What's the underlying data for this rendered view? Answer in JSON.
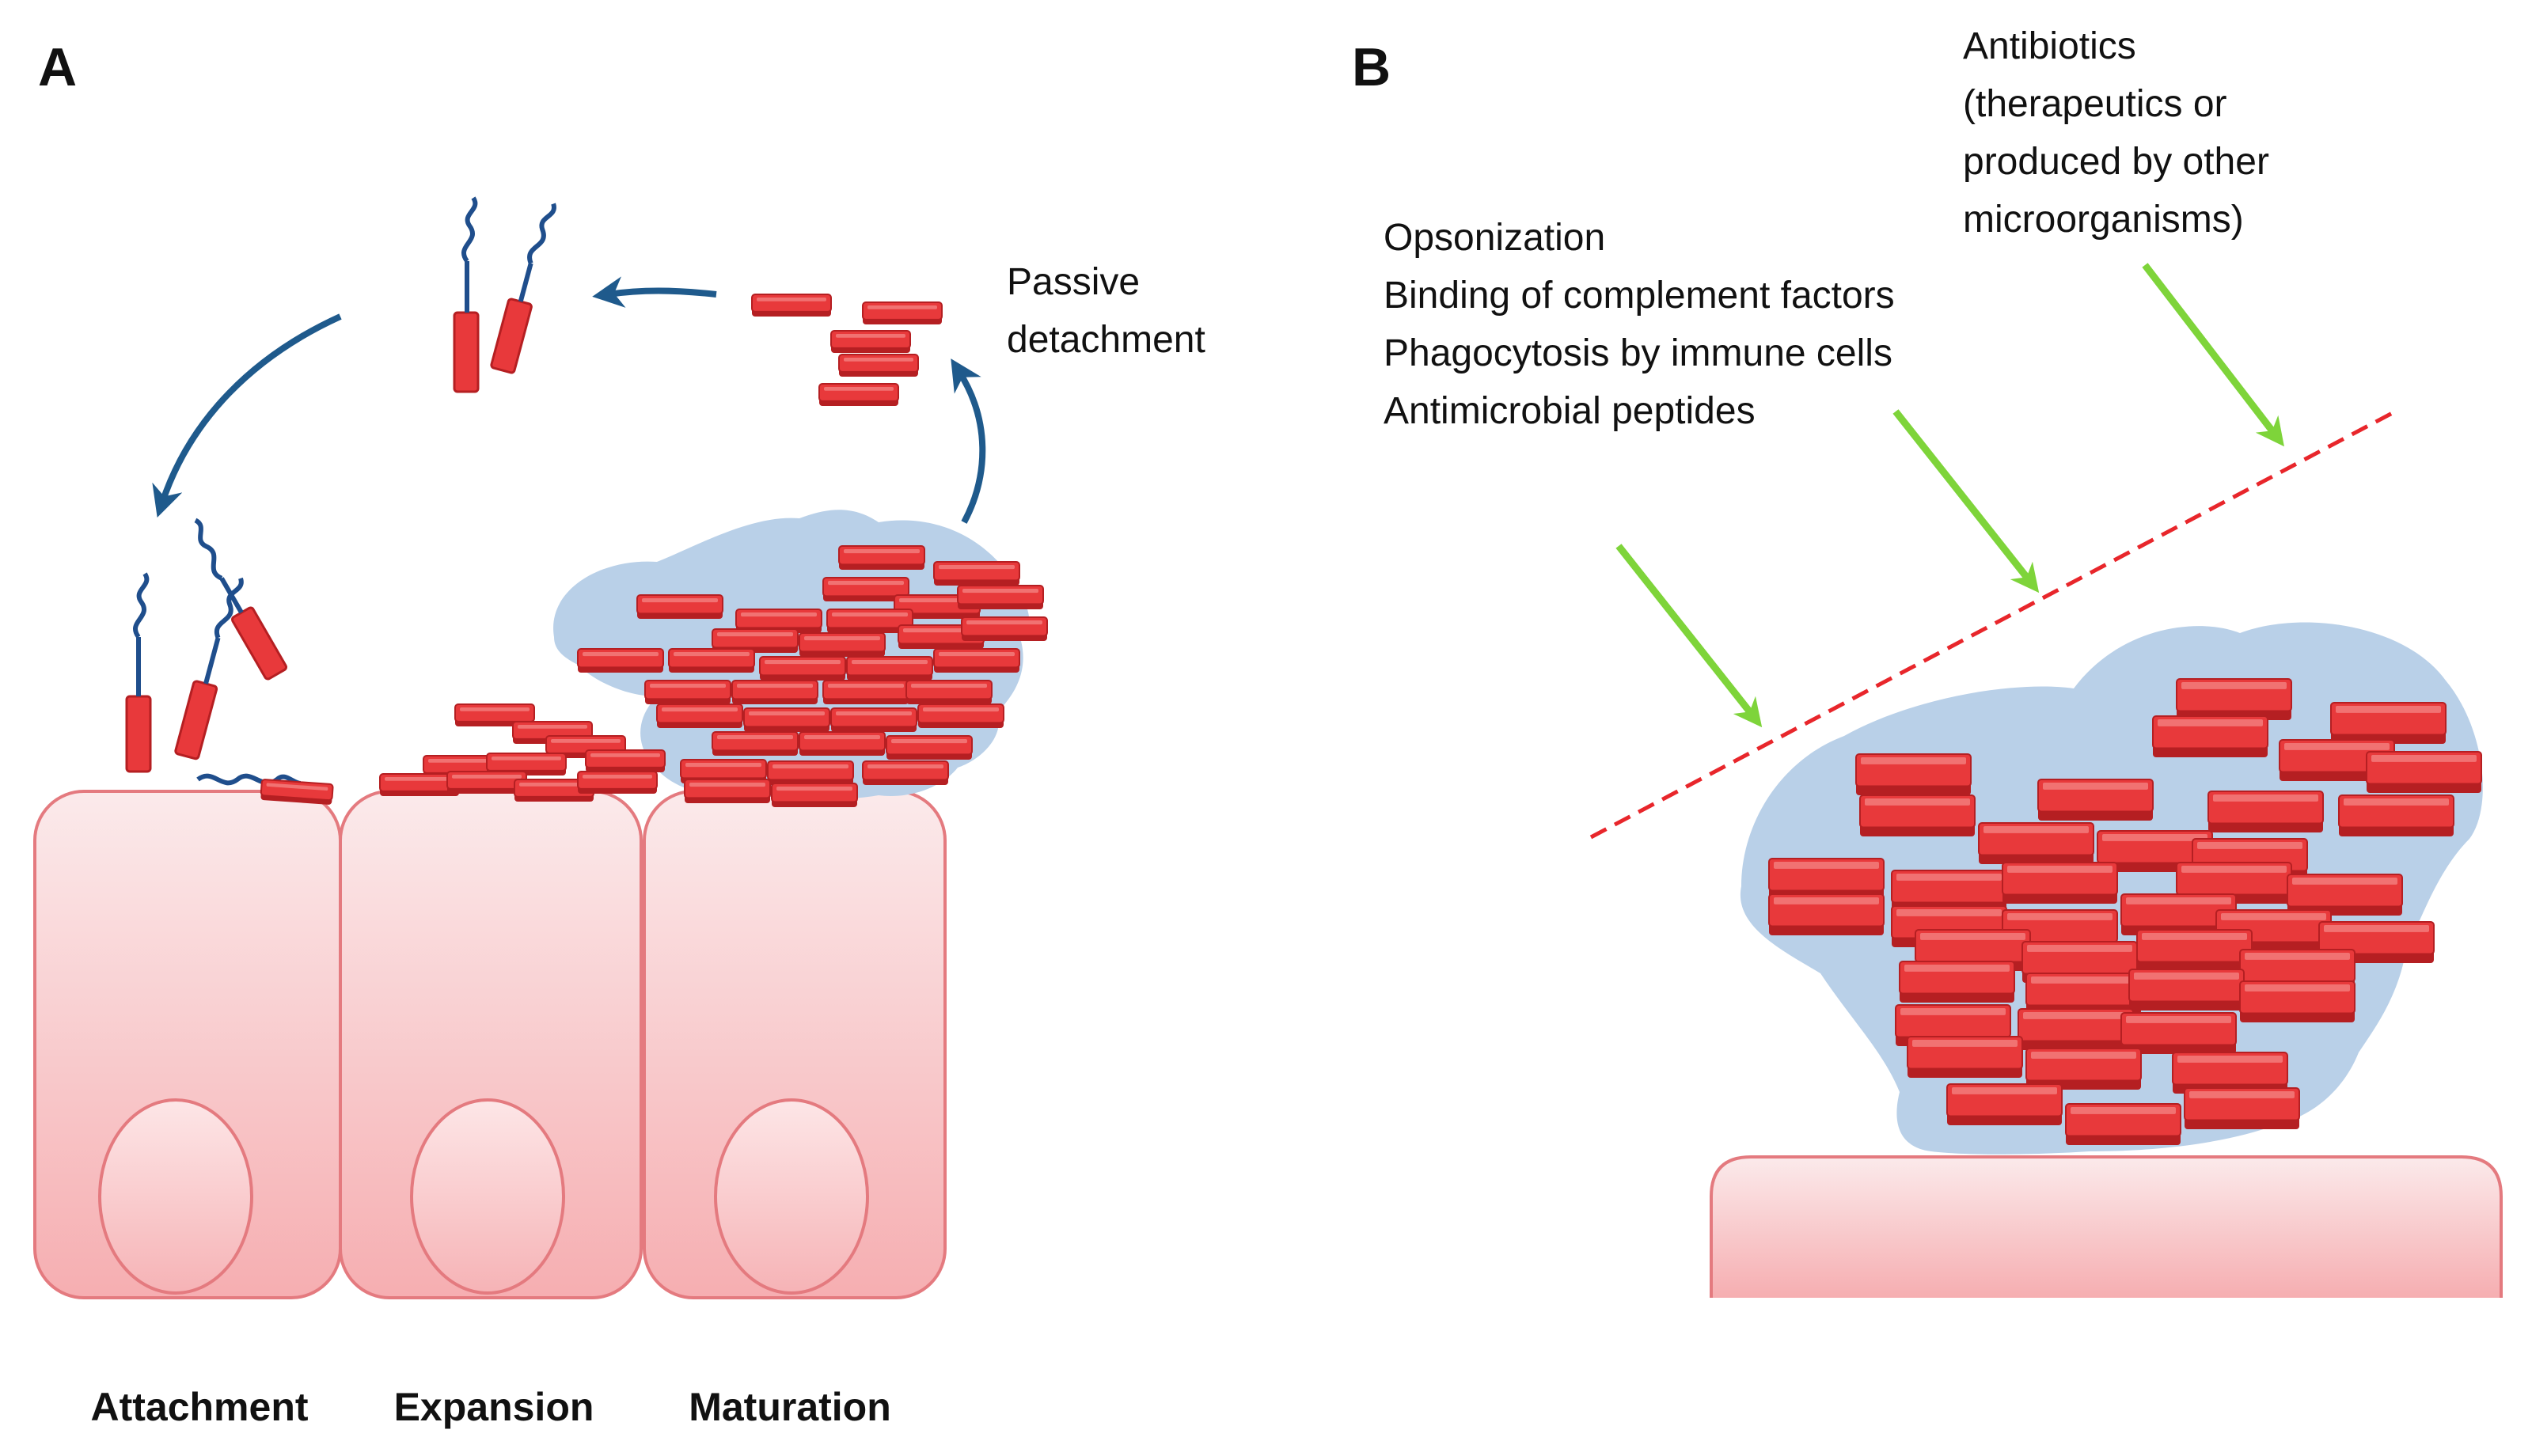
{
  "panel_a": {
    "letter": "A",
    "passive_detachment": [
      "Passive",
      "detachment"
    ],
    "stages": [
      "Attachment",
      "Expansion",
      "Maturation"
    ]
  },
  "panel_b": {
    "letter": "B",
    "host_defenses": [
      "Opsonization",
      "Binding of complement factors",
      "Phagocytosis by immune cells",
      "Antimicrobial peptides"
    ],
    "antibiotics": [
      "Antibiotics",
      "(therapeutics or",
      "produced by other",
      "microorganisms)"
    ]
  },
  "colors": {
    "bacteria": "#e8393b",
    "bacteria_dark": "#b51f22",
    "bacteria_light": "#f58a8a",
    "matrix": "#b9d0e8",
    "host_cell_top": "#fbe9ea",
    "host_cell_bottom": "#f5a8ab",
    "host_cell_border": "#e47a7f",
    "cycle_arrow": "#1f5a8c",
    "attack_arrow": "#7ed43a",
    "barrier_line": "#e8262b",
    "appendage": "#1f4e8c"
  }
}
